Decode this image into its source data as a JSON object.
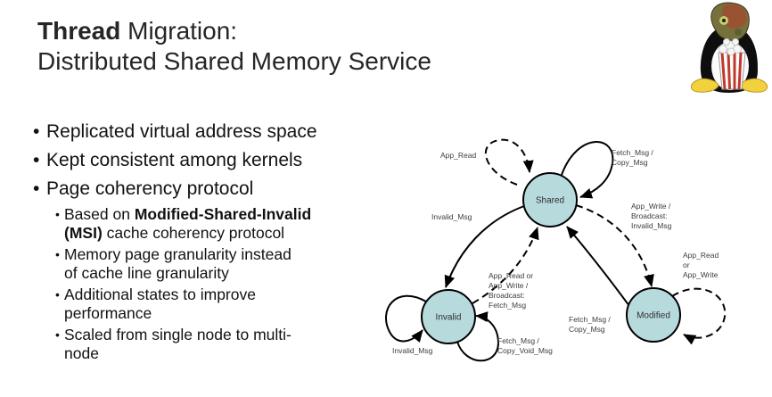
{
  "slide": {
    "title": {
      "bold": "Thread",
      "rest": " Migration:",
      "line2": "Distributed Shared Memory Service"
    },
    "bullets": [
      {
        "text": "Replicated virtual address space"
      },
      {
        "text": "Kept consistent among kernels"
      },
      {
        "text": "Page coherency protocol"
      }
    ],
    "sub_bullets": [
      {
        "pre": "Based on ",
        "bold": "Modified-Shared-Invalid",
        "bold2": "(MSI)",
        "post": " cache coherency protocol"
      },
      {
        "line1": "Memory page granularity instead",
        "line2": "of cache line granularity"
      },
      {
        "line1": "Additional states to improve",
        "line2": "performance"
      },
      {
        "line1": "Scaled from single node to multi-",
        "line2": "node"
      }
    ]
  },
  "diagram": {
    "node_fill": "#b7dadd",
    "nodes": [
      {
        "label": "Shared"
      },
      {
        "label": "Invalid"
      },
      {
        "label": "Modified"
      }
    ],
    "edges": [
      {
        "from": "Shared",
        "to": "Shared",
        "style": "dashed",
        "lines": [
          "App_Read"
        ]
      },
      {
        "from": "Shared",
        "to": "Shared",
        "style": "solid",
        "lines": [
          "Fetch_Msg /",
          "Copy_Msg"
        ]
      },
      {
        "from": "Shared",
        "to": "Invalid",
        "style": "solid",
        "lines": [
          "Invalid_Msg"
        ]
      },
      {
        "from": "Invalid",
        "to": "Shared",
        "style": "dashed",
        "lines": [
          "App_Read or",
          "App_Write /",
          "Broadcast:",
          "Fetch_Msg"
        ]
      },
      {
        "from": "Modified",
        "to": "Shared",
        "style": "solid",
        "lines": [
          "Fetch_Msg /",
          "Copy_Msg"
        ]
      },
      {
        "from": "Shared",
        "to": "Modified",
        "style": "dashed",
        "lines": [
          "App_Write /",
          "Broadcast:",
          "Invalid_Msg"
        ]
      },
      {
        "from": "Invalid",
        "to": "Invalid",
        "style": "solid",
        "lines": [
          "Invalid_Msg"
        ]
      },
      {
        "from": "Invalid",
        "to": "Invalid",
        "style": "solid",
        "lines": [
          "Fetch_Msg /",
          "Copy_Void_Msg"
        ]
      },
      {
        "from": "Modified",
        "to": "Modified",
        "style": "dashed",
        "lines": [
          "App_Read",
          "or",
          "App_Write"
        ]
      }
    ]
  }
}
